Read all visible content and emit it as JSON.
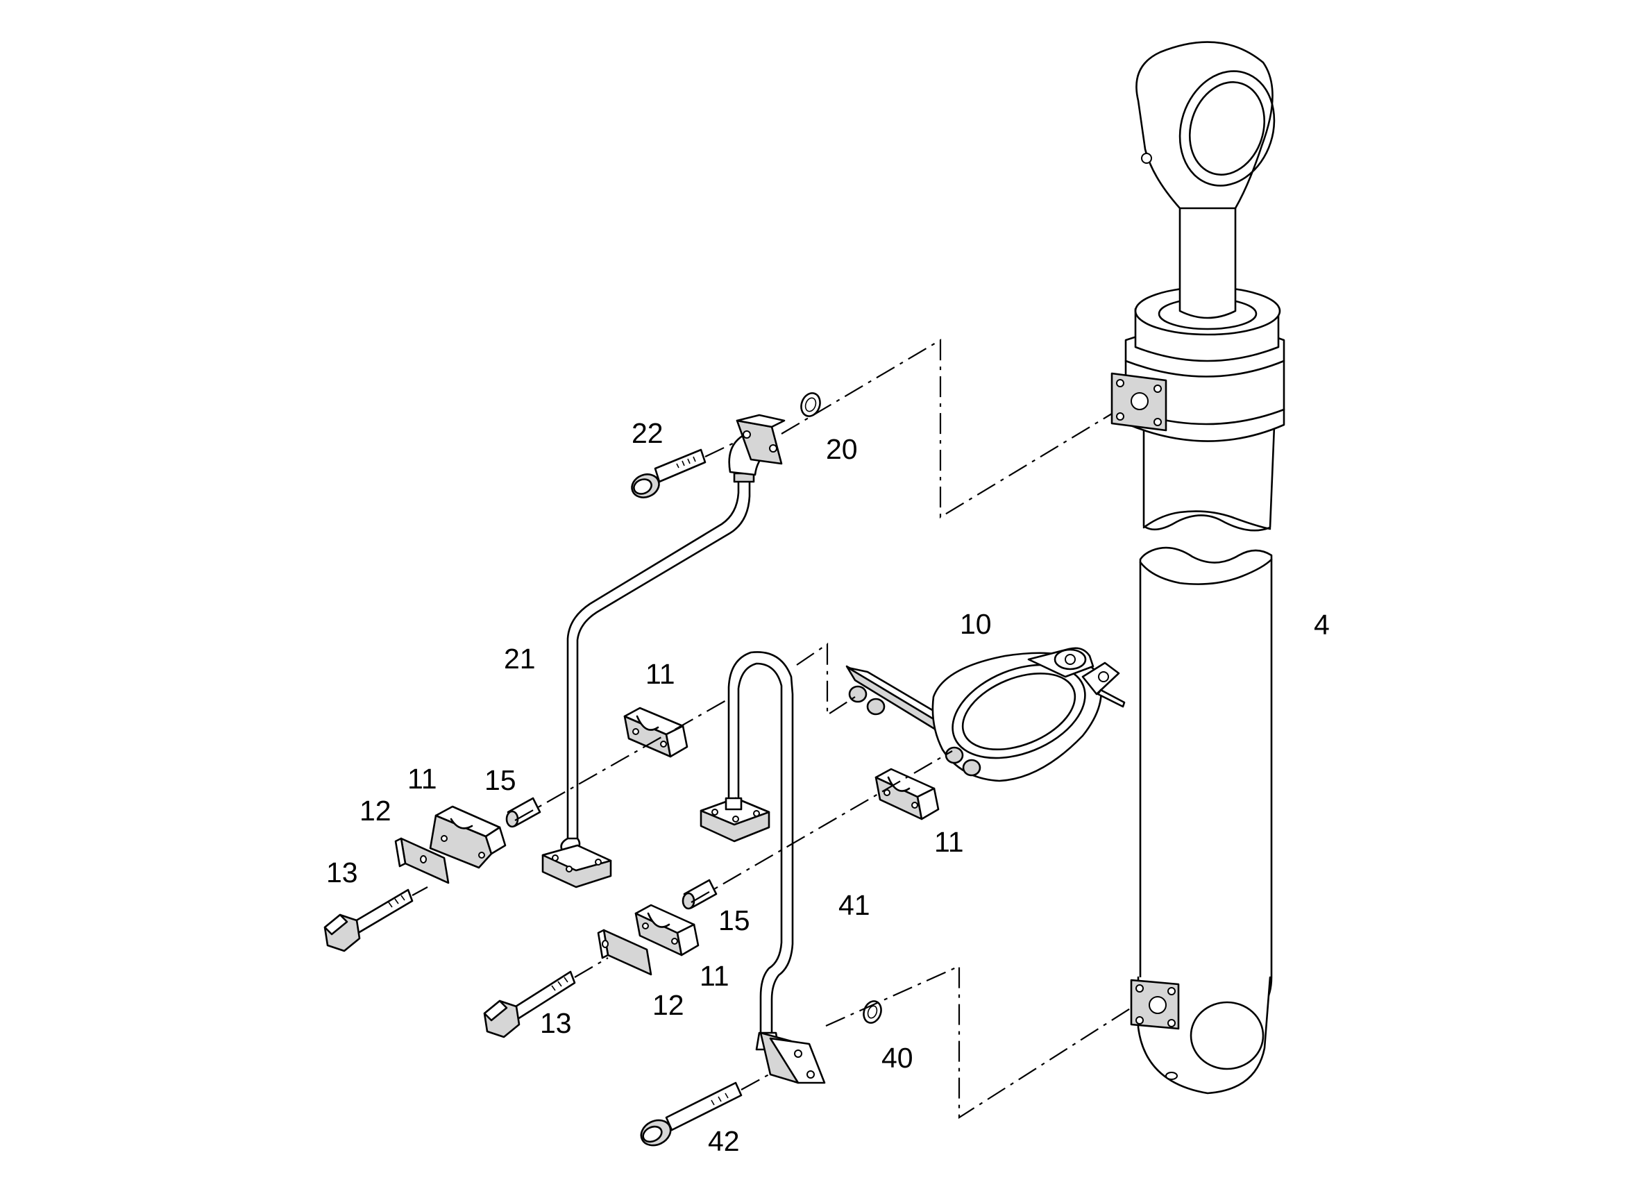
{
  "callouts": {
    "c4": "4",
    "c10": "10",
    "c11a": "11",
    "c11b": "11",
    "c11c": "11",
    "c11d": "11",
    "c12a": "12",
    "c12b": "12",
    "c13a": "13",
    "c13b": "13",
    "c15a": "15",
    "c15b": "15",
    "c20": "20",
    "c21": "21",
    "c22": "22",
    "c40": "40",
    "c41": "41",
    "c42": "42"
  }
}
